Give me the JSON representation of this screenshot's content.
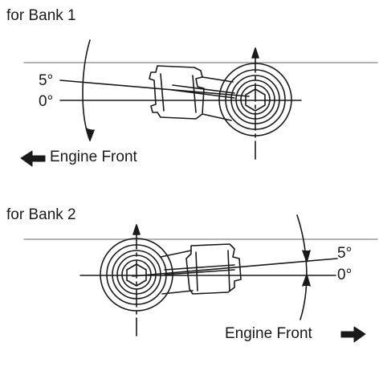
{
  "bank1": {
    "title": "for Bank 1",
    "angle_upper": "5°",
    "angle_lower": "0°",
    "direction_label": "Engine Front"
  },
  "bank2": {
    "title": "for Bank 2",
    "angle_upper": "5°",
    "angle_lower": "0°",
    "direction_label": "Engine Front"
  },
  "colors": {
    "line": "#1a1a1a",
    "reference_line": "#9a9a9a",
    "background": "#ffffff"
  }
}
